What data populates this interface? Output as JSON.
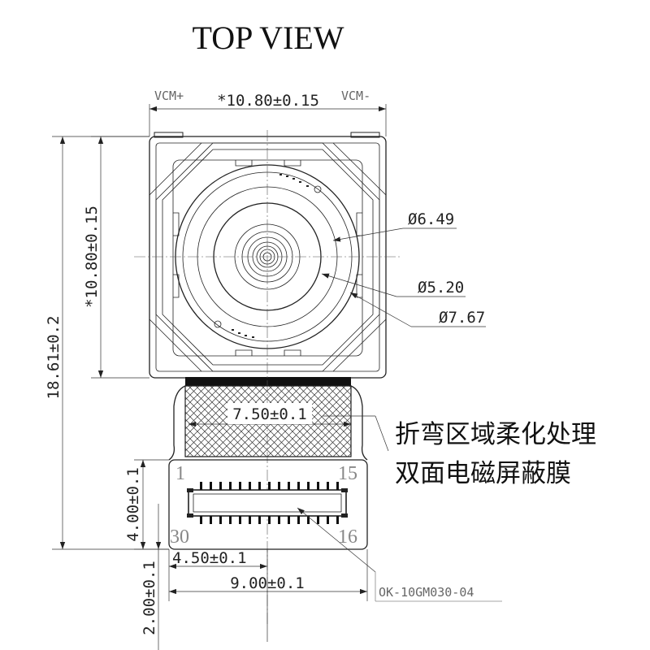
{
  "title": "TOP VIEW",
  "labels": {
    "vcm_plus": "VCM+",
    "vcm_minus": "VCM-",
    "width_dim": "*10.80±0.15",
    "height_dim": "*10.80±0.15",
    "total_length": "18.61±0.2",
    "diam_649": "Ø6.49",
    "diam_520": "Ø5.20",
    "diam_767": "Ø7.67",
    "fpc_width": "7.50±0.1",
    "connector_height": "4.00±0.1",
    "connector_offset": "4.50±0.1",
    "connector_width": "9.00±0.1",
    "connector_bottom": "2.00±0.1",
    "part_number": "OK-10GM030-04"
  },
  "pins": {
    "p1": "1",
    "p15": "15",
    "p30": "30",
    "p16": "16"
  },
  "notes": {
    "line1": "折弯区域柔化处理",
    "line2": "双面电磁屏蔽膜"
  }
}
